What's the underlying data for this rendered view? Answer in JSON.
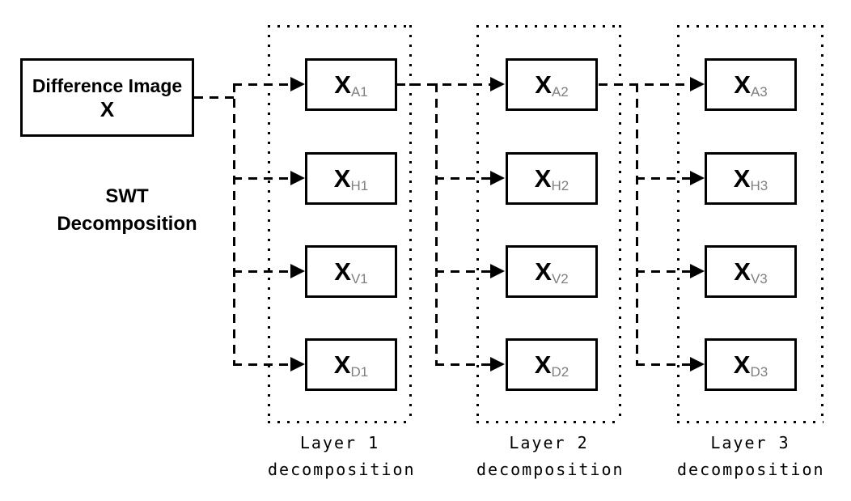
{
  "diagram": {
    "background_color": "#ffffff",
    "line_color": "#000000",
    "subscript_color": "#7f7f7f",
    "source_box": {
      "title": "Difference Image",
      "symbol": "X"
    },
    "process_label": {
      "line1": "SWT",
      "line2": "Decomposition"
    },
    "layers": [
      {
        "caption_line1": "Layer 1",
        "caption_line2": "decomposition",
        "nodes": [
          {
            "symbol": "X",
            "subscript": "A1"
          },
          {
            "symbol": "X",
            "subscript": "H1"
          },
          {
            "symbol": "X",
            "subscript": "V1"
          },
          {
            "symbol": "X",
            "subscript": "D1"
          }
        ]
      },
      {
        "caption_line1": "Layer 2",
        "caption_line2": "decomposition",
        "nodes": [
          {
            "symbol": "X",
            "subscript": "A2"
          },
          {
            "symbol": "X",
            "subscript": "H2"
          },
          {
            "symbol": "X",
            "subscript": "V2"
          },
          {
            "symbol": "X",
            "subscript": "D2"
          }
        ]
      },
      {
        "caption_line1": "Layer 3",
        "caption_line2": "decomposition",
        "nodes": [
          {
            "symbol": "X",
            "subscript": "A3"
          },
          {
            "symbol": "X",
            "subscript": "H3"
          },
          {
            "symbol": "X",
            "subscript": "V3"
          },
          {
            "symbol": "X",
            "subscript": "D3"
          }
        ]
      }
    ]
  }
}
